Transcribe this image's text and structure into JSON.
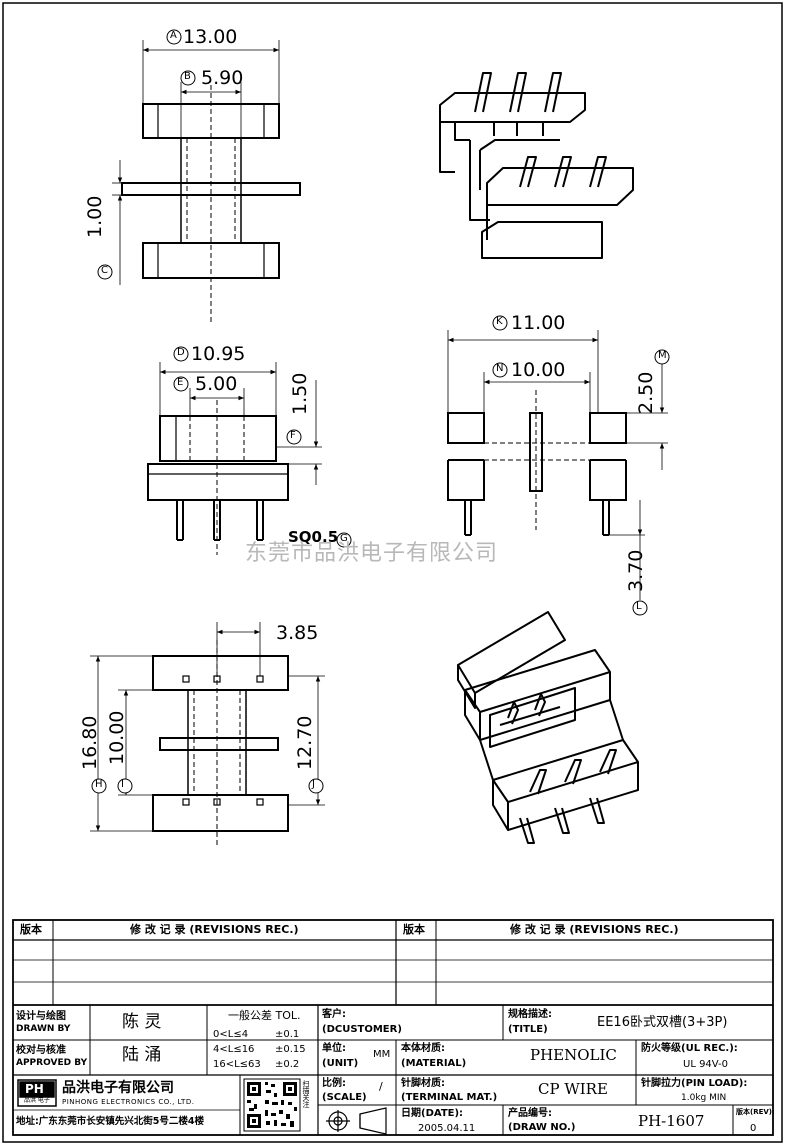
{
  "dims": {
    "A": "13.00",
    "B": "5.90",
    "C": "1.00",
    "D": "10.95",
    "E": "5.00",
    "F": "1.50",
    "G": "SQ0.5",
    "K": "11.00",
    "N": "10.00",
    "M": "2.50",
    "L": "3.70",
    "bottom_top": "3.85",
    "H": "16.80",
    "I": "10.00",
    "J": "12.70"
  },
  "markers": [
    "A",
    "B",
    "C",
    "D",
    "E",
    "F",
    "G",
    "K",
    "N",
    "M",
    "L",
    "H",
    "I",
    "J"
  ],
  "watermark": "东莞市品洪电子有限公司",
  "revisions": {
    "col_ver": "版本",
    "col_rec": "修 改 记 录 (REVISIONS REC.)",
    "col_ver2": "版本",
    "col_rec2": "修 改 记 录 (REVISIONS REC.)"
  },
  "title_block": {
    "designer_label_cn": "设计与绘图",
    "designer_label_en": "DRAWN BY",
    "designer": "陈 灵",
    "approver_label_cn": "校对与核准",
    "approver_label_en": "APPROVED BY",
    "approver": "陆 涌",
    "tol_title": "一般公差 TOL.",
    "tol_rows": [
      {
        "range": "0<L≤4",
        "val": "±0.1"
      },
      {
        "range": "4<L≤16",
        "val": "±0.15"
      },
      {
        "range": "16<L≤63",
        "val": "±0.2"
      }
    ],
    "customer_label_cn": "客户:",
    "customer_label_en": "(DCUSTOMER)",
    "title_label_cn": "规格描述:",
    "title_label_en": "(TITLE)",
    "title": "EE16卧式双槽(3+3P)",
    "unit_label_cn": "单位:",
    "unit_label_en": "(UNIT)",
    "unit": "MM",
    "material_label_cn": "本体材质:",
    "material_label_en": "(MATERIAL)",
    "material": "PHENOLIC",
    "fire_label": "防火等级(UL REC.):",
    "fire": "UL 94V-0",
    "scale_label_cn": "比例:",
    "scale_label_en": "(SCALE)",
    "scale": "/",
    "terminal_label_cn": "针脚材质:",
    "terminal_label_en": "(TERMINAL MAT.)",
    "terminal": "CP WIRE",
    "pinload_label": "针脚拉力(PIN LOAD):",
    "pinload": "1.0kg MIN",
    "date_label_cn": "日期(DATE):",
    "date": "2005.04.11",
    "drawno_label_cn": "产品编号:",
    "drawno_label_en": "(DRAW NO.)",
    "drawno": "PH-1607",
    "rev_label": "版本(REV):",
    "rev": "0",
    "company_cn": "品洪电子有限公司",
    "company_en": "PINHONG ELECTRONICS CO., LTD.",
    "logo_text": "PH",
    "logo_sub": "品洪 电子",
    "address": "地址:广东东莞市长安镇先兴北街5号二楼4楼",
    "qr_caption": "扫描关注"
  }
}
